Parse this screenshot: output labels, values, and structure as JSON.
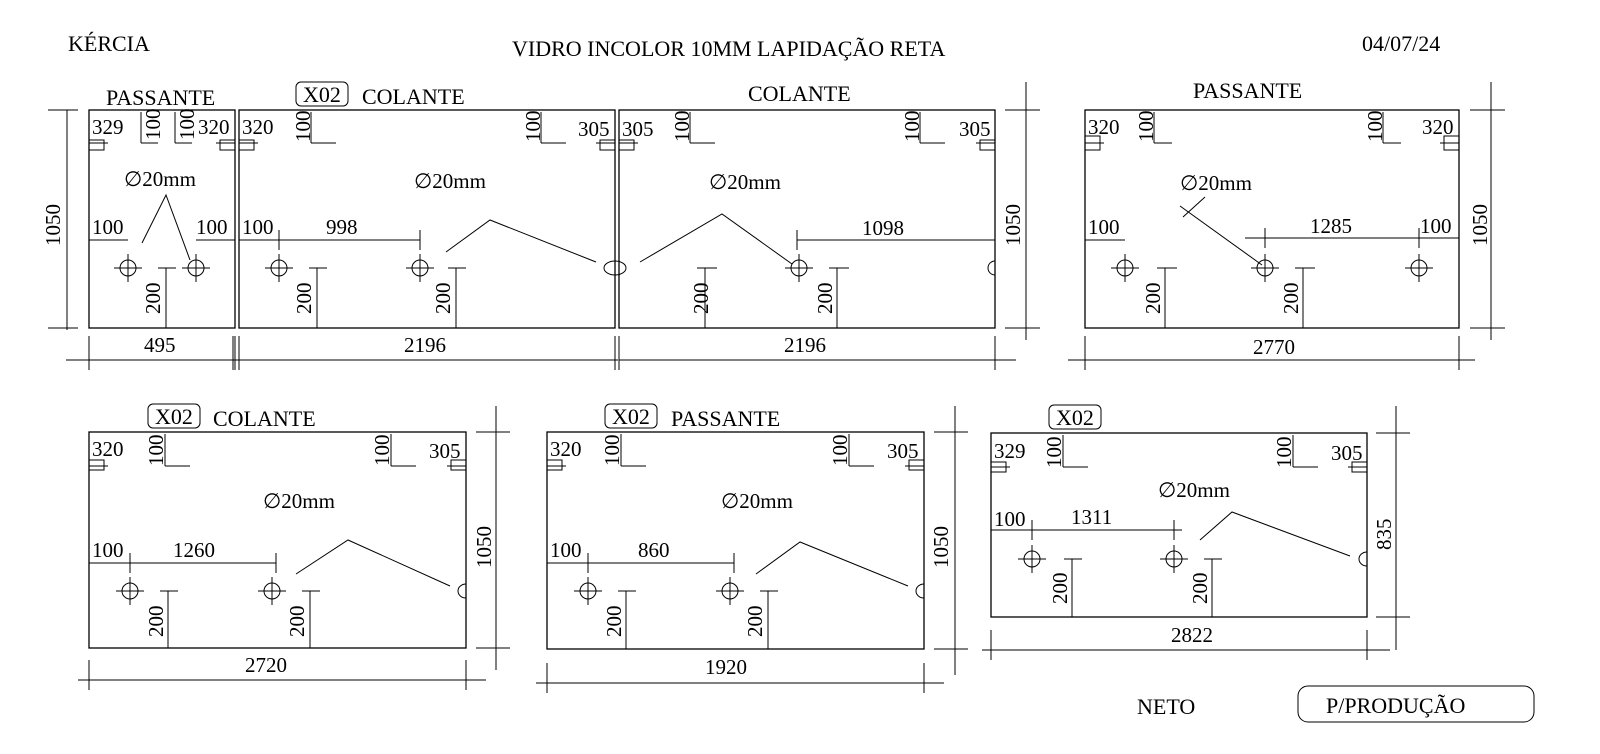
{
  "header": {
    "client": "KÉRCIA",
    "title": "VIDRO INCOLOR 10MM LAPIDAÇÃO RETA",
    "date": "04/07/24"
  },
  "footer": {
    "author": "NETO",
    "status": "P/PRODUÇÃO"
  },
  "panels": [
    {
      "label": "PASSANTE",
      "qty": "",
      "width": "495",
      "height": "1050",
      "corners": [
        "329",
        "100",
        "100",
        "320"
      ],
      "hole": "∅20mm",
      "offsets": [
        "100",
        "",
        "100"
      ],
      "bottom": [
        "200"
      ]
    },
    {
      "label": "COLANTE",
      "qty": "X02",
      "width": "2196",
      "height": "",
      "corners": [
        "320",
        "100",
        "100",
        "305"
      ],
      "hole": "∅20mm",
      "offsets": [
        "100",
        "998"
      ],
      "bottom": [
        "200",
        "200"
      ]
    },
    {
      "label": "COLANTE",
      "qty": "",
      "width": "2196",
      "height": "1050",
      "corners": [
        "305",
        "100",
        "100",
        "305"
      ],
      "hole": "∅20mm",
      "offsets": [
        "",
        "1098"
      ],
      "bottom": [
        "200",
        "200"
      ]
    },
    {
      "label": "PASSANTE",
      "qty": "",
      "width": "2770",
      "height": "1050",
      "corners": [
        "320",
        "100",
        "100",
        "320"
      ],
      "hole": "∅20mm",
      "offsets": [
        "100",
        "1285",
        "100"
      ],
      "bottom": [
        "200",
        "200"
      ]
    },
    {
      "label": "COLANTE",
      "qty": "X02",
      "width": "2720",
      "height": "1050",
      "corners": [
        "320",
        "100",
        "100",
        "305"
      ],
      "hole": "∅20mm",
      "offsets": [
        "100",
        "1260"
      ],
      "bottom": [
        "200",
        "200"
      ]
    },
    {
      "label": "PASSANTE",
      "qty": "X02",
      "width": "1920",
      "height": "1050",
      "corners": [
        "320",
        "100",
        "100",
        "305"
      ],
      "hole": "∅20mm",
      "offsets": [
        "100",
        "860"
      ],
      "bottom": [
        "200",
        "200"
      ]
    },
    {
      "label": "",
      "qty": "X02",
      "width": "2822",
      "height": "835",
      "corners": [
        "329",
        "100",
        "100",
        "305"
      ],
      "hole": "∅20mm",
      "offsets": [
        "100",
        "1311"
      ],
      "bottom": [
        "200",
        "200"
      ]
    }
  ]
}
